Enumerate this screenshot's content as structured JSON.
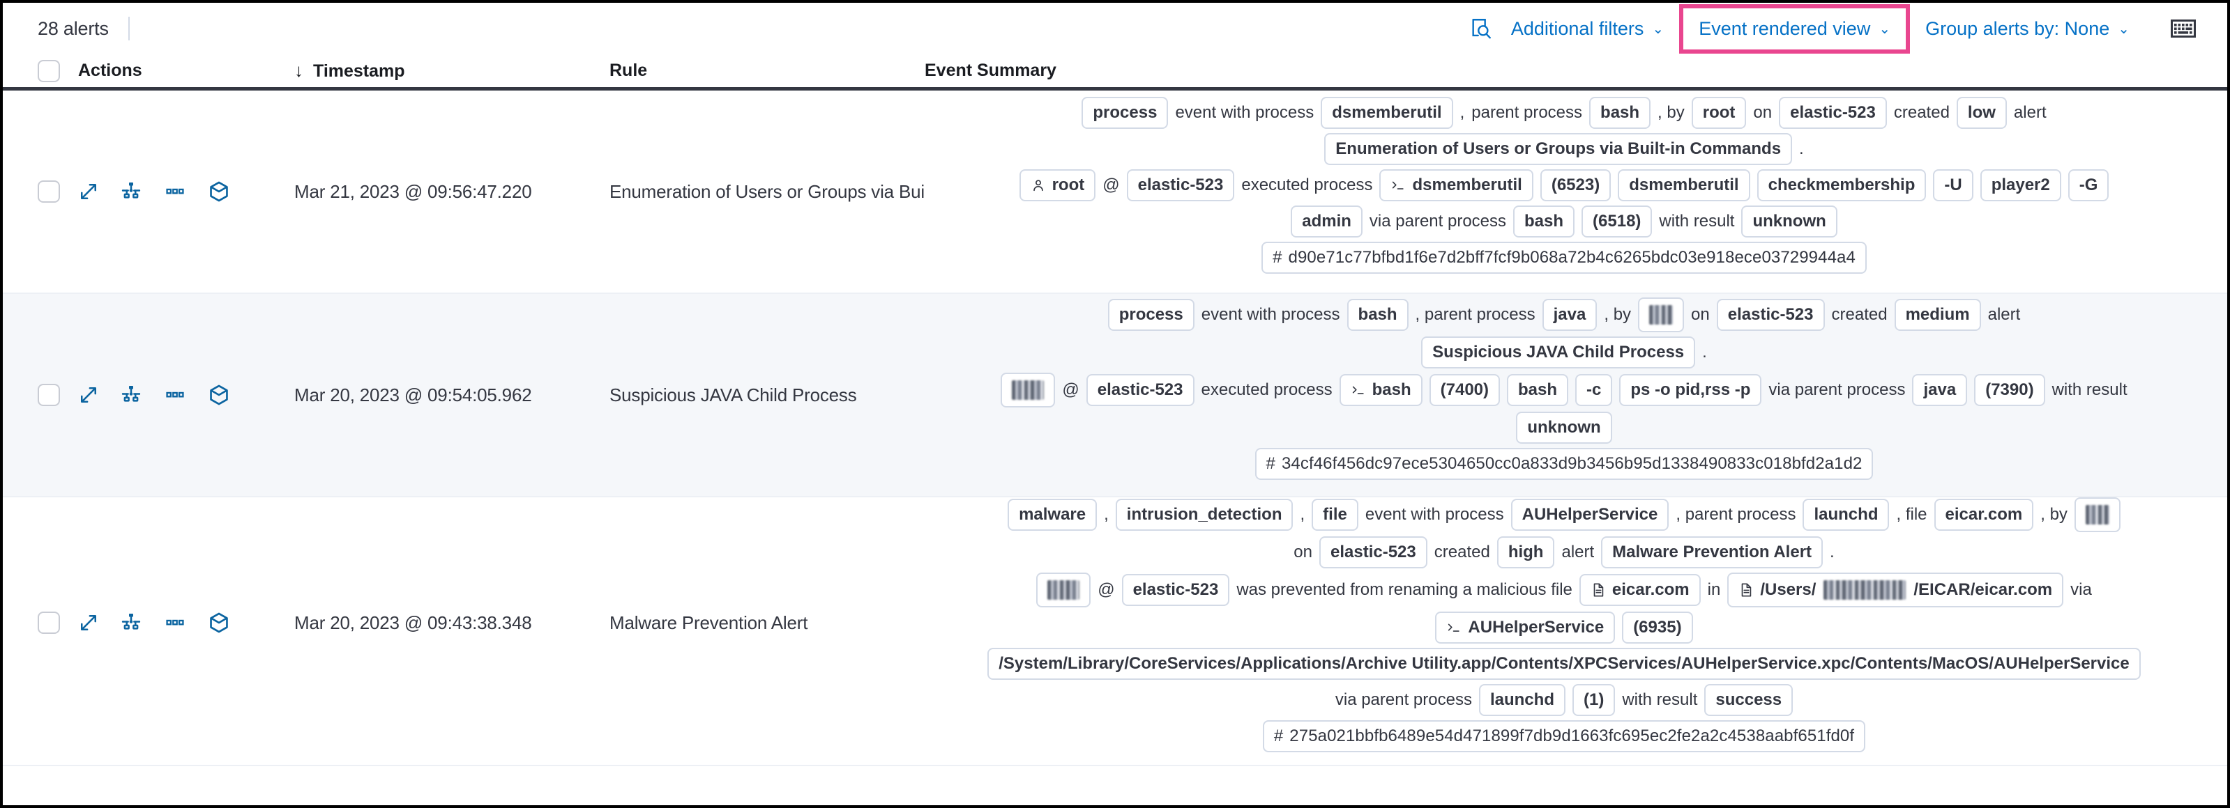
{
  "toolbar": {
    "alerts_count": "28 alerts",
    "inspect_icon": "inspect-search-icon",
    "additional_filters": "Additional filters",
    "event_rendered_view": "Event rendered view",
    "group_alerts_by": "Group alerts by: None",
    "keyboard_icon": "keyboard-icon",
    "chevron": "⌄",
    "highlight_color": "#E9468F",
    "link_color": "#0571c6"
  },
  "columns": {
    "actions": "Actions",
    "timestamp": "Timestamp",
    "rule": "Rule",
    "event_summary": "Event Summary",
    "sort_arrow": "↓"
  },
  "row_actions": {
    "expand": "expand-icon",
    "analyze": "analyze-event-icon",
    "more": "more-actions-icon",
    "session": "session-view-icon"
  },
  "rows": [
    {
      "timestamp": "Mar 21, 2023 @ 09:56:47.220",
      "rule": "Enumeration of Users or Groups via Bui",
      "lines": [
        [
          {
            "t": "badge",
            "v": "process"
          },
          {
            "t": "text",
            "v": "event with process"
          },
          {
            "t": "badge",
            "v": "dsmemberutil"
          },
          {
            "t": "text",
            "v": ","
          },
          {
            "t": "text",
            "v": "parent process"
          },
          {
            "t": "badge",
            "v": "bash"
          },
          {
            "t": "text",
            "v": ", by"
          },
          {
            "t": "badge",
            "v": "root"
          },
          {
            "t": "text",
            "v": "on"
          },
          {
            "t": "badge",
            "v": "elastic-523"
          },
          {
            "t": "text",
            "v": "created"
          },
          {
            "t": "badge",
            "v": "low"
          },
          {
            "t": "text",
            "v": "alert"
          }
        ],
        [
          {
            "t": "badge",
            "v": "Enumeration of Users or Groups via Built-in Commands"
          },
          {
            "t": "text",
            "v": "."
          }
        ],
        [
          {
            "t": "badge",
            "v": "root",
            "icon": "user-icon"
          },
          {
            "t": "text",
            "v": "@"
          },
          {
            "t": "badge",
            "v": "elastic-523"
          },
          {
            "t": "text",
            "v": "executed process"
          },
          {
            "t": "badge",
            "v": "dsmemberutil",
            "icon": "console-icon"
          },
          {
            "t": "badge",
            "v": "(6523)"
          },
          {
            "t": "badge",
            "v": "dsmemberutil"
          },
          {
            "t": "badge",
            "v": "checkmembership"
          },
          {
            "t": "badge",
            "v": "-U"
          },
          {
            "t": "badge",
            "v": "player2"
          },
          {
            "t": "badge",
            "v": "-G"
          }
        ],
        [
          {
            "t": "badge",
            "v": "admin"
          },
          {
            "t": "text",
            "v": "via parent process"
          },
          {
            "t": "badge",
            "v": "bash"
          },
          {
            "t": "badge",
            "v": "(6518)"
          },
          {
            "t": "text",
            "v": "with result"
          },
          {
            "t": "badge",
            "v": "unknown"
          }
        ],
        [
          {
            "t": "hash",
            "v": "d90e71c77bfbd1f6e7d2bff7fcf9b068a72b4c6265bdc03e918ece03729944a4"
          }
        ]
      ]
    },
    {
      "timestamp": "Mar 20, 2023 @ 09:54:05.962",
      "rule": "Suspicious JAVA Child Process",
      "lines": [
        [
          {
            "t": "badge",
            "v": "process"
          },
          {
            "t": "text",
            "v": "event with process"
          },
          {
            "t": "badge",
            "v": "bash"
          },
          {
            "t": "text",
            "v": ", parent process"
          },
          {
            "t": "badge",
            "v": "java"
          },
          {
            "t": "text",
            "v": ", by"
          },
          {
            "t": "redact",
            "w": "w1"
          },
          {
            "t": "text",
            "v": "on"
          },
          {
            "t": "badge",
            "v": "elastic-523"
          },
          {
            "t": "text",
            "v": "created"
          },
          {
            "t": "badge",
            "v": "medium"
          },
          {
            "t": "text",
            "v": "alert"
          }
        ],
        [
          {
            "t": "badge",
            "v": "Suspicious JAVA Child Process"
          },
          {
            "t": "text",
            "v": "."
          }
        ],
        [
          {
            "t": "redact",
            "w": "w2"
          },
          {
            "t": "text",
            "v": "@"
          },
          {
            "t": "badge",
            "v": "elastic-523"
          },
          {
            "t": "text",
            "v": "executed process"
          },
          {
            "t": "badge",
            "v": "bash",
            "icon": "console-icon"
          },
          {
            "t": "badge",
            "v": "(7400)"
          },
          {
            "t": "badge",
            "v": "bash"
          },
          {
            "t": "badge",
            "v": "-c"
          },
          {
            "t": "badge",
            "v": "ps -o pid,rss -p"
          },
          {
            "t": "text",
            "v": "via parent process"
          },
          {
            "t": "badge",
            "v": "java"
          },
          {
            "t": "badge",
            "v": "(7390)"
          },
          {
            "t": "text",
            "v": "with result"
          }
        ],
        [
          {
            "t": "badge",
            "v": "unknown"
          }
        ],
        [
          {
            "t": "hash",
            "v": "34cf46f456dc97ece5304650cc0a833d9b3456b95d1338490833c018bfd2a1d2"
          }
        ]
      ]
    },
    {
      "timestamp": "Mar 20, 2023 @ 09:43:38.348",
      "rule": "Malware Prevention Alert",
      "lines": [
        [
          {
            "t": "badge",
            "v": "malware"
          },
          {
            "t": "text",
            "v": ","
          },
          {
            "t": "badge",
            "v": "intrusion_detection"
          },
          {
            "t": "text",
            "v": ","
          },
          {
            "t": "badge",
            "v": "file"
          },
          {
            "t": "text",
            "v": "event with process"
          },
          {
            "t": "badge",
            "v": "AUHelperService"
          },
          {
            "t": "text",
            "v": ", parent process"
          },
          {
            "t": "badge",
            "v": "launchd"
          },
          {
            "t": "text",
            "v": ", file"
          },
          {
            "t": "badge",
            "v": "eicar.com"
          },
          {
            "t": "text",
            "v": ", by"
          },
          {
            "t": "redact",
            "w": "w1"
          }
        ],
        [
          {
            "t": "text",
            "v": "on"
          },
          {
            "t": "badge",
            "v": "elastic-523"
          },
          {
            "t": "text",
            "v": "created"
          },
          {
            "t": "badge",
            "v": "high"
          },
          {
            "t": "text",
            "v": "alert"
          },
          {
            "t": "badge",
            "v": "Malware Prevention Alert"
          },
          {
            "t": "text",
            "v": "."
          }
        ],
        [
          {
            "t": "redact",
            "w": "w2"
          },
          {
            "t": "text",
            "v": "@"
          },
          {
            "t": "badge",
            "v": "elastic-523"
          },
          {
            "t": "text",
            "v": "was prevented from renaming a malicious file"
          },
          {
            "t": "badge",
            "v": "eicar.com",
            "icon": "file-icon"
          },
          {
            "t": "text",
            "v": "in"
          },
          {
            "t": "badge_redact",
            "pre": "/Users/",
            "post": "/EICAR/eicar.com",
            "icon": "file-icon",
            "w": "w3"
          },
          {
            "t": "text",
            "v": "via"
          }
        ],
        [
          {
            "t": "badge",
            "v": "AUHelperService",
            "icon": "console-icon"
          },
          {
            "t": "badge",
            "v": "(6935)"
          }
        ],
        [
          {
            "t": "badge",
            "v": "/System/Library/CoreServices/Applications/Archive Utility.app/Contents/XPCServices/AUHelperService.xpc/Contents/MacOS/AUHelperService"
          }
        ],
        [
          {
            "t": "text",
            "v": "via parent process"
          },
          {
            "t": "badge",
            "v": "launchd"
          },
          {
            "t": "badge",
            "v": "(1)"
          },
          {
            "t": "text",
            "v": "with result"
          },
          {
            "t": "badge",
            "v": "success"
          }
        ],
        [
          {
            "t": "hash",
            "v": "275a021bbfb6489e54d471899f7db9d1663fc695ec2fe2a2c4538aabf651fd0f"
          }
        ]
      ]
    }
  ]
}
